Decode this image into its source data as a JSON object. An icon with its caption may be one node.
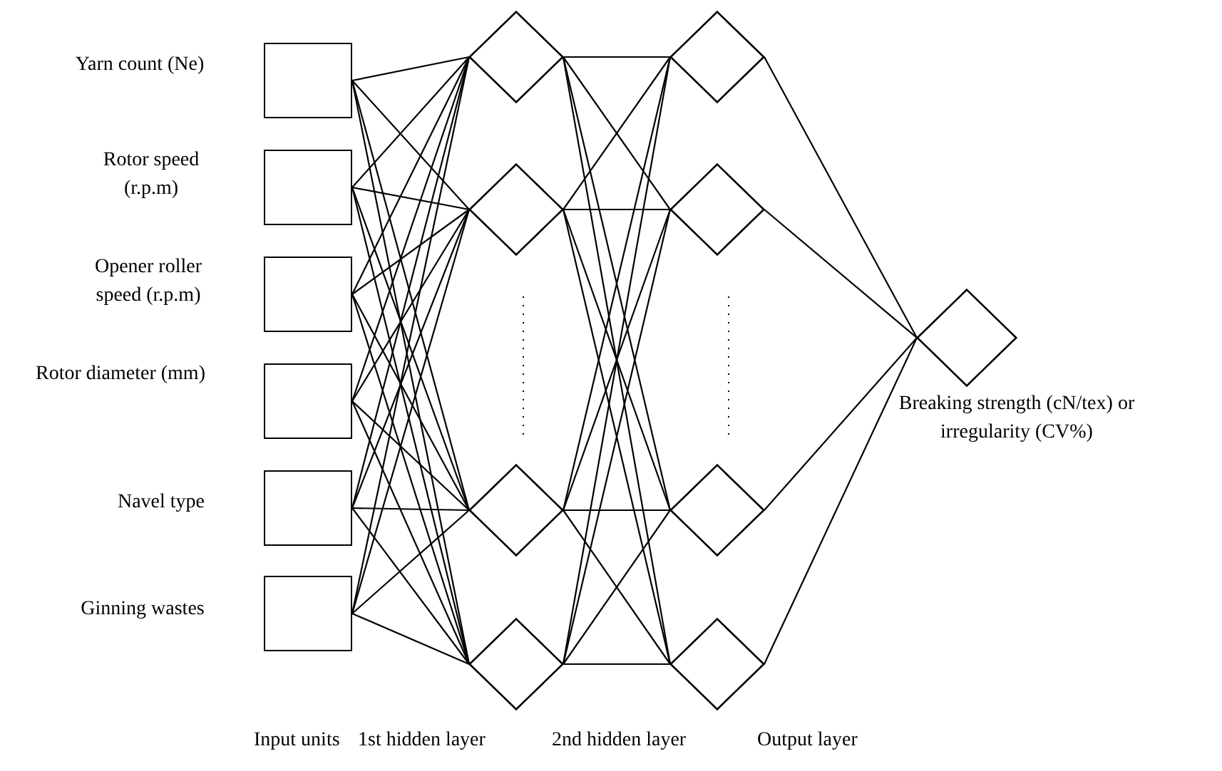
{
  "diagram": {
    "nodes": [
      {
        "text": [],
        "shape": "box",
        "beside": [
          "Yarn count (Ne)"
        ]
      },
      {
        "text": [],
        "shape": "box",
        "beside": [
          "Rotor speed (r.p.m)"
        ]
      },
      {
        "text": [],
        "shape": "box",
        "beside": [
          "Opener roller speed (r.p.m)"
        ]
      },
      {
        "text": [],
        "shape": "box",
        "beside": [
          "Rotor diameter (mm)"
        ]
      },
      {
        "text": [],
        "shape": "box",
        "beside": [
          "Navel type"
        ]
      },
      {
        "text": [],
        "shape": "box",
        "beside": [
          "Ginning wastes"
        ]
      },
      {
        "text": [],
        "shape": "diamond"
      },
      {
        "text": [],
        "shape": "diamond"
      },
      {
        "text": [],
        "shape": "diamond"
      },
      {
        "text": [],
        "shape": "diamond"
      },
      {
        "text": [],
        "shape": "diamond"
      },
      {
        "text": [],
        "shape": "diamond"
      },
      {
        "text": [],
        "shape": "diamond"
      },
      {
        "text": [],
        "shape": "diamond"
      },
      {
        "text": [],
        "shape": "diamond",
        "beside": [
          "Breaking strength (cN/tex) or irregularity (CV%)"
        ]
      }
    ],
    "edges": [
      {
        "from": 0,
        "to": 6,
        "arrow": "none"
      },
      {
        "from": 0,
        "to": 7,
        "arrow": "none"
      },
      {
        "from": 0,
        "to": 8,
        "arrow": "none"
      },
      {
        "from": 0,
        "to": 9,
        "arrow": "none"
      },
      {
        "from": 1,
        "to": 6,
        "arrow": "none"
      },
      {
        "from": 1,
        "to": 7,
        "arrow": "none"
      },
      {
        "from": 1,
        "to": 8,
        "arrow": "none"
      },
      {
        "from": 1,
        "to": 9,
        "arrow": "none"
      },
      {
        "from": 2,
        "to": 6,
        "arrow": "none"
      },
      {
        "from": 2,
        "to": 7,
        "arrow": "none"
      },
      {
        "from": 2,
        "to": 8,
        "arrow": "none"
      },
      {
        "from": 2,
        "to": 9,
        "arrow": "none"
      },
      {
        "from": 3,
        "to": 6,
        "arrow": "none"
      },
      {
        "from": 3,
        "to": 7,
        "arrow": "none"
      },
      {
        "from": 3,
        "to": 8,
        "arrow": "none"
      },
      {
        "from": 3,
        "to": 9,
        "arrow": "none"
      },
      {
        "from": 4,
        "to": 6,
        "arrow": "none"
      },
      {
        "from": 4,
        "to": 7,
        "arrow": "none"
      },
      {
        "from": 4,
        "to": 8,
        "arrow": "none"
      },
      {
        "from": 4,
        "to": 9,
        "arrow": "none"
      },
      {
        "from": 5,
        "to": 6,
        "arrow": "none"
      },
      {
        "from": 5,
        "to": 7,
        "arrow": "none"
      },
      {
        "from": 5,
        "to": 8,
        "arrow": "none"
      },
      {
        "from": 5,
        "to": 9,
        "arrow": "none"
      },
      {
        "from": 6,
        "to": 10,
        "arrow": "none"
      },
      {
        "from": 6,
        "to": 11,
        "arrow": "none"
      },
      {
        "from": 6,
        "to": 12,
        "arrow": "none"
      },
      {
        "from": 6,
        "to": 13,
        "arrow": "none"
      },
      {
        "from": 7,
        "to": 10,
        "arrow": "none"
      },
      {
        "from": 7,
        "to": 11,
        "arrow": "none"
      },
      {
        "from": 7,
        "to": 12,
        "arrow": "none"
      },
      {
        "from": 7,
        "to": 13,
        "arrow": "none"
      },
      {
        "from": 8,
        "to": 10,
        "arrow": "none"
      },
      {
        "from": 8,
        "to": 11,
        "arrow": "none"
      },
      {
        "from": 8,
        "to": 12,
        "arrow": "none"
      },
      {
        "from": 8,
        "to": 13,
        "arrow": "none"
      },
      {
        "from": 9,
        "to": 10,
        "arrow": "none"
      },
      {
        "from": 9,
        "to": 11,
        "arrow": "none"
      },
      {
        "from": 9,
        "to": 12,
        "arrow": "none"
      },
      {
        "from": 9,
        "to": 13,
        "arrow": "none"
      },
      {
        "from": 10,
        "to": 14,
        "arrow": "none"
      },
      {
        "from": 11,
        "to": 14,
        "arrow": "none"
      },
      {
        "from": 12,
        "to": 14,
        "arrow": "none"
      },
      {
        "from": 13,
        "to": 14,
        "arrow": "none"
      }
    ],
    "labels": [
      "Input units",
      "1st hidden layer",
      "2nd hidden layer",
      "Output layer"
    ]
  }
}
